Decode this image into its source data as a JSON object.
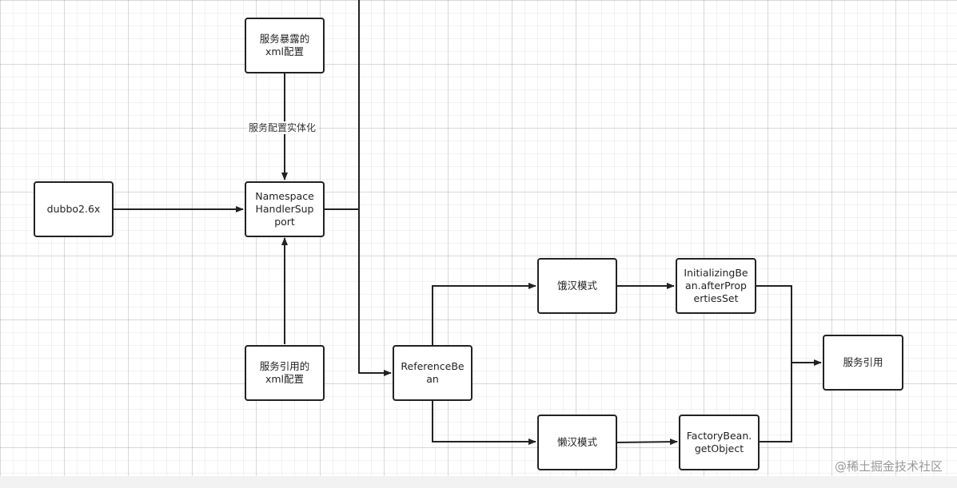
{
  "nodes": {
    "dubbo": "dubbo2.6x",
    "service_export_xml": "服务暴露的\nxml配置",
    "namespace_handler": "Namespace\nHandlerSup\nport",
    "service_reference_xml": "服务引用的\nxml配置",
    "reference_bean": "ReferenceBe\nan",
    "eager_mode": "饿汉模式",
    "lazy_mode": "懒汉模式",
    "initializing_bean": "InitializingBe\nan.afterProp\nertiesSet",
    "factory_bean": "FactoryBean.\ngetObject",
    "service_reference": "服务引用"
  },
  "edge_labels": {
    "instantiation": "服务配置实体化"
  },
  "watermark": "@稀土掘金技术社区",
  "colors": {
    "stroke": "#222222",
    "background": "#ffffff"
  }
}
